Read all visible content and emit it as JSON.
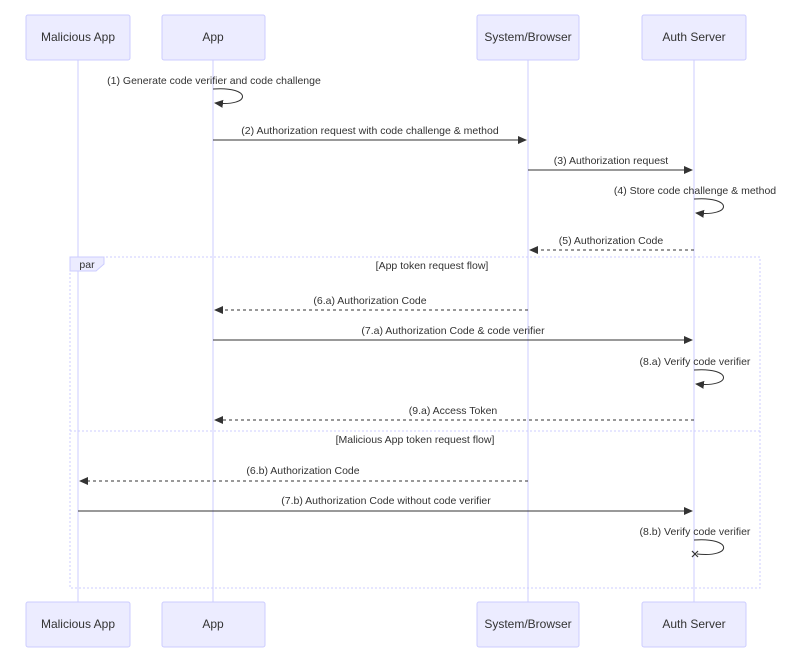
{
  "participants": [
    {
      "key": "malicious",
      "label": "Malicious App"
    },
    {
      "key": "app",
      "label": "App"
    },
    {
      "key": "browser",
      "label": "System/Browser"
    },
    {
      "key": "auth",
      "label": "Auth Server"
    }
  ],
  "messages": [
    {
      "id": "m1",
      "label": "(1) Generate code verifier and code challenge",
      "from": "app",
      "to": "app",
      "style": "solid"
    },
    {
      "id": "m2",
      "label": "(2) Authorization request with code challenge & method",
      "from": "app",
      "to": "browser",
      "style": "solid"
    },
    {
      "id": "m3",
      "label": "(3) Authorization request",
      "from": "browser",
      "to": "auth",
      "style": "solid"
    },
    {
      "id": "m4",
      "label": "(4) Store code challenge & method",
      "from": "auth",
      "to": "auth",
      "style": "solid"
    },
    {
      "id": "m5",
      "label": "(5) Authorization Code",
      "from": "auth",
      "to": "browser",
      "style": "dashed"
    },
    {
      "id": "m6a",
      "label": "(6.a) Authorization Code",
      "from": "browser",
      "to": "app",
      "style": "dashed"
    },
    {
      "id": "m7a",
      "label": "(7.a) Authorization Code & code verifier",
      "from": "app",
      "to": "auth",
      "style": "solid"
    },
    {
      "id": "m8a",
      "label": "(8.a) Verify code verifier",
      "from": "auth",
      "to": "auth",
      "style": "solid"
    },
    {
      "id": "m9a",
      "label": "(9.a) Access Token",
      "from": "auth",
      "to": "app",
      "style": "dashed"
    },
    {
      "id": "m6b",
      "label": "(6.b) Authorization Code",
      "from": "browser",
      "to": "malicious",
      "style": "dashed"
    },
    {
      "id": "m7b",
      "label": "(7.b) Authorization Code without code verifier",
      "from": "malicious",
      "to": "auth",
      "style": "solid"
    },
    {
      "id": "m8b",
      "label": "(8.b) Verify code verifier",
      "from": "auth",
      "to": "auth",
      "style": "cross"
    }
  ],
  "fragment": {
    "kind": "par",
    "sections": [
      "[App token request flow]",
      "[Malicious App token request flow]"
    ]
  }
}
